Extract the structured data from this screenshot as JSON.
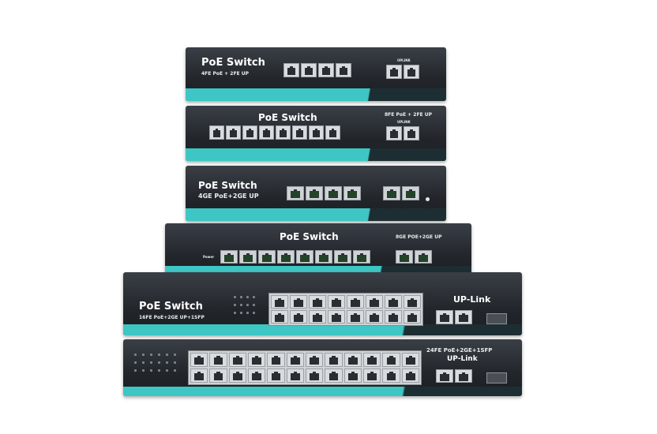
{
  "product_stack": {
    "switch_1": {
      "title": "PoE Switch",
      "subtitle": "4FE PoE + 2FE UP",
      "uplink_label": "UPLINK"
    },
    "switch_2": {
      "title": "PoE Switch",
      "subtitle": "8FE PoE + 2FE UP",
      "uplink_label": "UPLINK"
    },
    "switch_3": {
      "title": "PoE Switch",
      "subtitle": "4GE PoE+2GE UP"
    },
    "switch_4": {
      "title": "PoE Switch",
      "subtitle": "8GE POE+2GE UP",
      "power_label": "Power"
    },
    "switch_5": {
      "title": "PoE Switch",
      "subtitle": "16FE PoE+2GE UP+1SFP",
      "uplink_title": "UP-Link"
    },
    "switch_6": {
      "subtitle": "24FE PoE+2GE+1SFP",
      "uplink_title": "UP-Link"
    }
  },
  "colors": {
    "accent_teal": "#3ec6c4",
    "chassis": "#22262b"
  }
}
